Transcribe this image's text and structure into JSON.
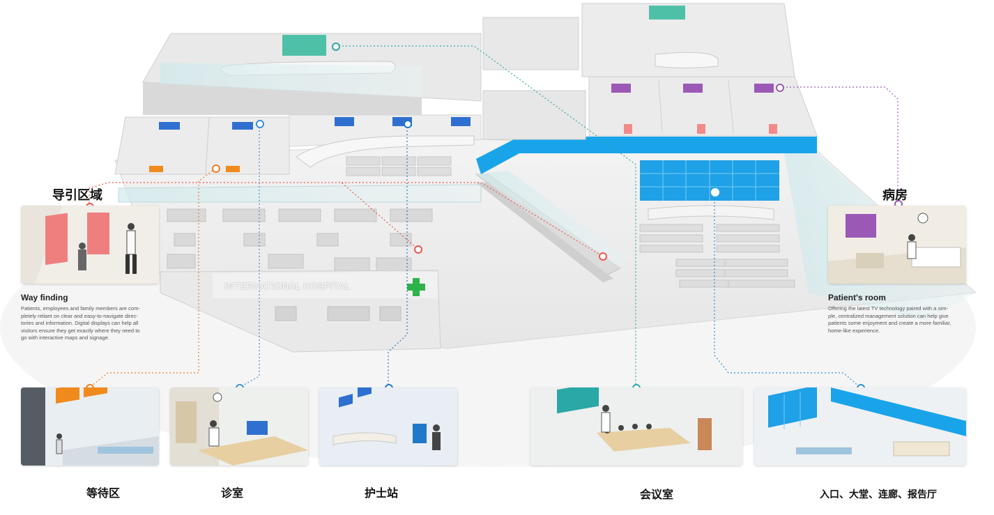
{
  "hospital_sign": "INTERNATIONAL HOSPITAL",
  "zones": {
    "wayfinding": {
      "title": "导引区域",
      "caption_title": "Way finding",
      "caption_lines": [
        "Patients, employees and family members are com-",
        "pletely reliant on clear and easy-to-navigate direc-",
        "tories and information. Digital displays can help all",
        "visitors ensure they get exactly where they need to",
        "go with interactive maps and signage."
      ]
    },
    "patient_room": {
      "title": "病房",
      "caption_title": "Patient's room",
      "caption_lines": [
        "Offering the latest TV technology paired with a sim-",
        "ple, centralized management solution can help give",
        "patients some enjoyment and create a more familiar,",
        "home-like experience."
      ]
    }
  },
  "bottom_panels": [
    {
      "label": "等待区"
    },
    {
      "label": "诊室"
    },
    {
      "label": "护士站"
    },
    {
      "label": "会议室"
    },
    {
      "label": "入口、大堂、连廊、报告厅"
    }
  ],
  "colors": {
    "wayfinding_line": "#e8574a",
    "waiting_line": "#f07a1c",
    "clinic_line": "#3a8fd6",
    "nurse_line": "#1f78c8",
    "meeting_line": "#2aa7a7",
    "patient_line": "#9b59b6",
    "entrance_line": "#2b8fd8",
    "video_wall": "#1ea1e6",
    "corridor_band": "#19a4ea",
    "green_cross": "#2db34a",
    "teal_screen": "#4fc0a8",
    "purple_screen": "#9b59b6",
    "orange_screen": "#f08a1c",
    "blue_screen": "#2f6fd0"
  }
}
